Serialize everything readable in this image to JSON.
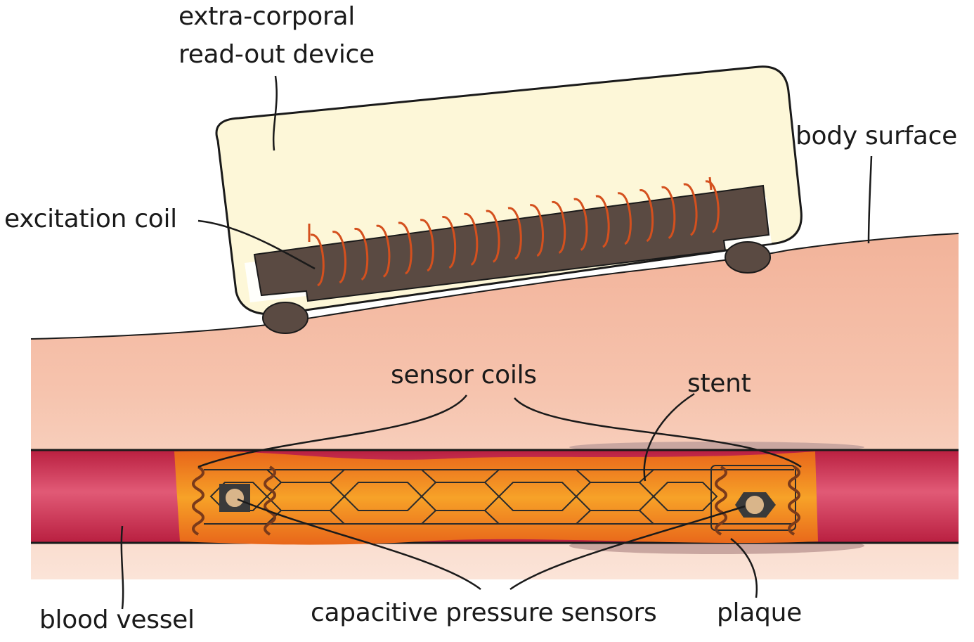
{
  "labels": {
    "device_line1": "extra-corporal",
    "device_line2": "read-out device",
    "body_surface": "body surface",
    "excitation_coil": "excitation coil",
    "sensor_coils": "sensor coils",
    "stent": "stent",
    "blood_vessel": "blood vessel",
    "pressure_sensors": "capacitive pressure sensors",
    "plaque": "plaque"
  },
  "colors": {
    "skin": "#f4b79d",
    "skin_light": "#f8d2c0",
    "vessel": "#c8264a",
    "vessel_light": "#e0607a",
    "stent_fill": "#f39a1e",
    "stent_dark": "#e0681a",
    "device_body": "#fdf7d8",
    "coil_core": "#5a4a42",
    "coil_wire": "#d4501e",
    "line": "#1a1a1a"
  }
}
